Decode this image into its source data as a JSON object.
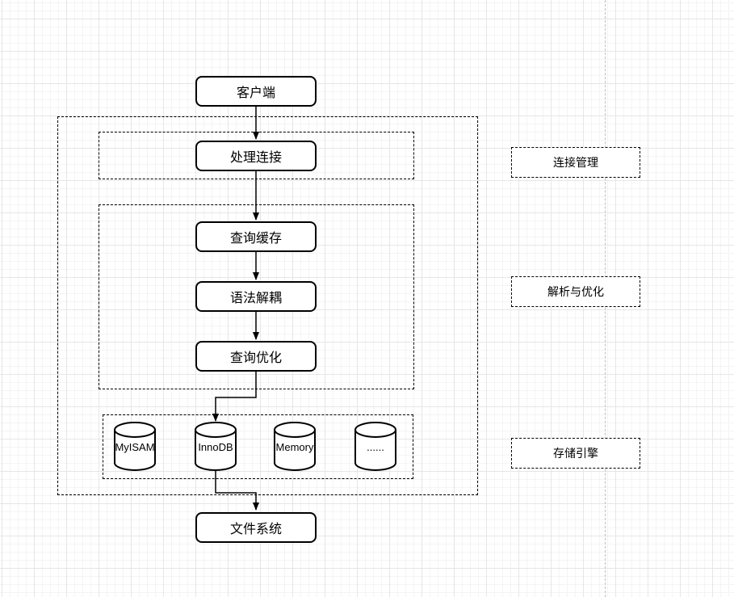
{
  "diagram": {
    "flow_nodes": [
      {
        "id": "client",
        "label": "客户端"
      },
      {
        "id": "handle-connection",
        "label": "处理连接"
      },
      {
        "id": "query-cache",
        "label": "查询缓存"
      },
      {
        "id": "syntax-decouple",
        "label": "语法解耦"
      },
      {
        "id": "query-optimize",
        "label": "查询优化"
      },
      {
        "id": "file-system",
        "label": "文件系统"
      }
    ],
    "engines": [
      {
        "label": "MyISAM"
      },
      {
        "label": "InnoDB"
      },
      {
        "label": "Memory"
      },
      {
        "label": "......"
      }
    ],
    "stage_labels": [
      {
        "label": "连接管理"
      },
      {
        "label": "解析与优化"
      },
      {
        "label": "存储引擎"
      }
    ],
    "colors": {
      "stroke": "#000000",
      "text": "#000000",
      "background": "#ffffff",
      "grid_minor": "#f4f4f5",
      "grid_major": "#e6e6e8",
      "guide_line": "#bfbfbf"
    }
  }
}
